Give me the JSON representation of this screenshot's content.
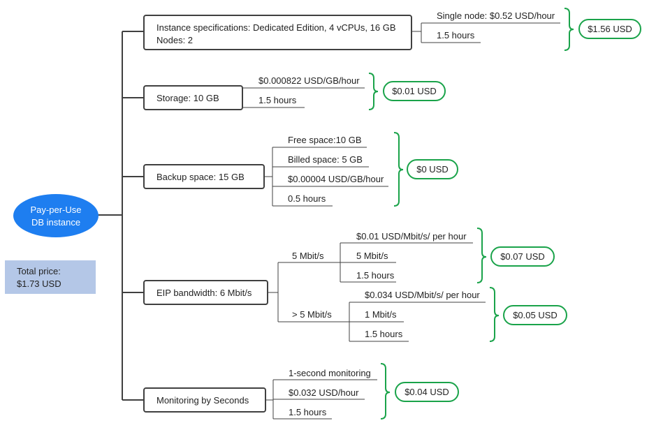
{
  "root": {
    "line1": "Pay-per-Use",
    "line2": "DB instance",
    "fill": "#1e7ef0"
  },
  "total": {
    "line1": "Total price:",
    "line2": "$1.73 USD",
    "fill": "#b4c7e7"
  },
  "colors": {
    "connector": "#404040",
    "bracket": "#1aa34a",
    "text": "#222222"
  },
  "branches": {
    "instance": {
      "label_line1": "Instance specifications: Dedicated Edition, 4 vCPUs, 16 GB",
      "label_line2": "Nodes: 2",
      "details": [
        "Single node: $0.52 USD/hour",
        "1.5 hours"
      ],
      "price": "$1.56 USD"
    },
    "storage": {
      "label": "Storage: 10 GB",
      "details": [
        "$0.000822 USD/GB/hour",
        "1.5 hours"
      ],
      "price": "$0.01 USD"
    },
    "backup": {
      "label": "Backup space: 15 GB",
      "details": [
        "Free space:10 GB",
        "Billed space: 5 GB",
        "$0.00004 USD/GB/hour",
        "0.5 hours"
      ],
      "price": "$0 USD"
    },
    "eip": {
      "label": "EIP bandwidth: 6 Mbit/s",
      "tiers": [
        {
          "label": "5 Mbit/s",
          "details": [
            "$0.01 USD/Mbit/s/ per hour",
            "5 Mbit/s",
            "1.5 hours"
          ],
          "price": "$0.07 USD"
        },
        {
          "label": "> 5 Mbit/s",
          "details": [
            "$0.034 USD/Mbit/s/ per hour",
            "1 Mbit/s",
            "1.5 hours"
          ],
          "price": "$0.05 USD"
        }
      ]
    },
    "monitoring": {
      "label": "Monitoring by Seconds",
      "details": [
        "1-second monitoring",
        "$0.032 USD/hour",
        "1.5 hours"
      ],
      "price": "$0.04 USD"
    }
  }
}
